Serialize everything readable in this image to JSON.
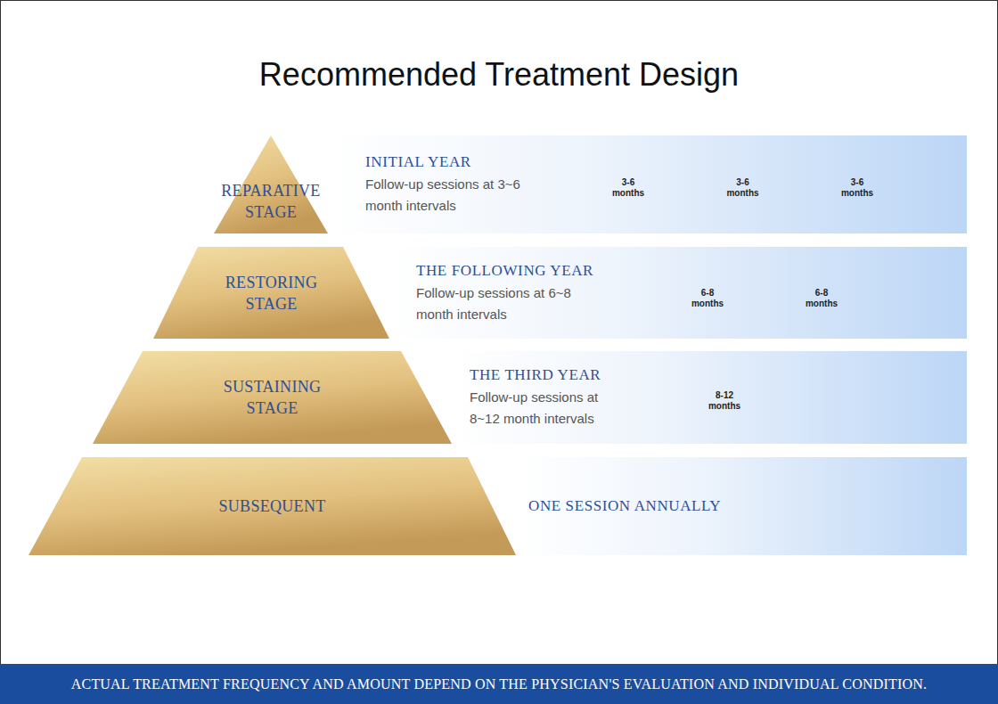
{
  "diagram": {
    "title": "Recommended Treatment Design",
    "caption": "ACTUAL TREATMENT FREQUENCY AND AMOUNT DEPEND ON THE PHYSICIAN'S EVALUATION AND INDIVIDUAL CONDITION.",
    "nodes": [
      {
        "text": [
          "REPARATIVE STAGE"
        ]
      },
      {
        "text": [
          "INITIAL YEAR",
          "Follow-up sessions at 3~6 month intervals"
        ]
      },
      {
        "text": [
          "RESTORING STAGE"
        ]
      },
      {
        "text": [
          "THE FOLLOWING YEAR",
          "Follow-up sessions at 6~8 month intervals"
        ]
      },
      {
        "text": [
          "SUSTAINING STAGE"
        ]
      },
      {
        "text": [
          "THE THIRD YEAR",
          "Follow-up sessions at 8~12 month intervals"
        ]
      },
      {
        "text": [
          "SUBSEQUENT"
        ]
      },
      {
        "text": [
          "ONE SESSION ANNUALLY"
        ]
      }
    ],
    "labels": [
      "3-6 months",
      "3-6 months",
      "3-6 months",
      "6-8 months",
      "6-8 months",
      "8-12 months"
    ]
  }
}
